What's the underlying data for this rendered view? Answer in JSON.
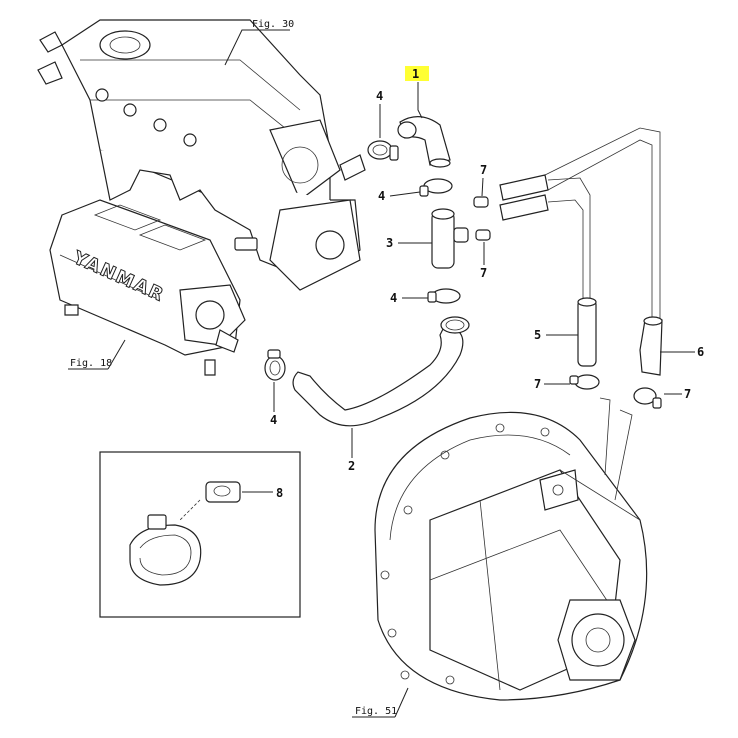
{
  "figure_refs": {
    "top": "Fig. 30",
    "left": "Fig. 18",
    "bottom": "Fig. 51"
  },
  "callouts": {
    "p1": "1",
    "p2": "2",
    "p3": "3",
    "p4a": "4",
    "p4b": "4",
    "p4c": "4",
    "p4d": "4",
    "p5": "5",
    "p6": "6",
    "p7a": "7",
    "p7b": "7",
    "p7c": "7",
    "p7d": "7",
    "p8": "8"
  },
  "brand_text": "YANMAR",
  "highlight_color": "#ffff33"
}
